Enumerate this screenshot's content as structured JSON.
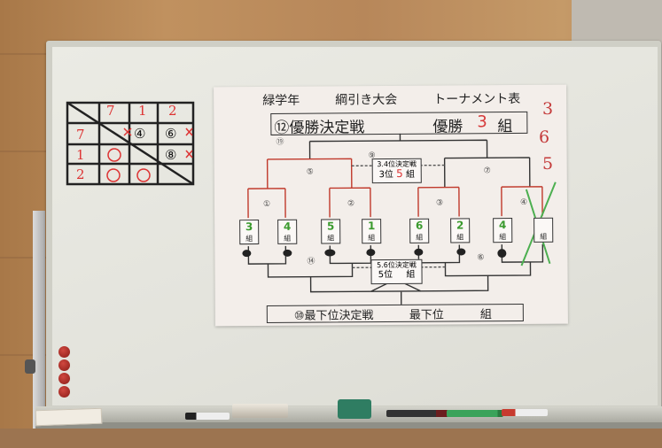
{
  "poster": {
    "title_grade": "緑学年",
    "title_event": "綱引き大会",
    "title_table": "トーナメント表",
    "final_label": "⑫優勝決定戦",
    "champion_label": "優勝",
    "champion_number": "3",
    "champion_kumi": "組",
    "round_19": "⑲",
    "match_9": "⑨",
    "third_place_title": "3.4位決定戦",
    "third_place_text": "3位",
    "third_place_number": "5",
    "third_place_kumi": "組",
    "fifth_place_title": "5.6位決定戦",
    "fifth_place_rank": "5位",
    "fifth_place_kumi": "組",
    "last_place_label": "⑩最下位決定戦",
    "last_place_rank": "最下位",
    "last_place_kumi": "組",
    "match_labels": [
      "⑤",
      "⑦",
      "①",
      "②",
      "③",
      "④",
      "⑭",
      "⑥"
    ],
    "teams": [
      {
        "number": "3",
        "kumi": "組"
      },
      {
        "number": "4",
        "kumi": "組"
      },
      {
        "number": "5",
        "kumi": "組"
      },
      {
        "number": "1",
        "kumi": "組"
      },
      {
        "number": "6",
        "kumi": "組"
      },
      {
        "number": "2",
        "kumi": "組"
      },
      {
        "number": "4",
        "kumi": "組"
      },
      {
        "number": "",
        "kumi": "組"
      }
    ]
  },
  "side_notes": [
    "3",
    "6",
    "5"
  ],
  "grid": {
    "headers": [
      "7",
      "1",
      "2"
    ],
    "rows": [
      {
        "label": "7",
        "marks": [
          "",
          "④",
          "⑥"
        ]
      },
      {
        "label": "1",
        "marks": [
          "",
          "",
          "⑧"
        ]
      },
      {
        "label": "2",
        "marks": [
          "",
          "",
          ""
        ]
      }
    ]
  },
  "colors": {
    "board": "#e6e6df",
    "poster": "#f3eeea",
    "bracket_red": "#c0392b",
    "team_green": "#3a9a2e",
    "wall": "#b98a5c"
  }
}
